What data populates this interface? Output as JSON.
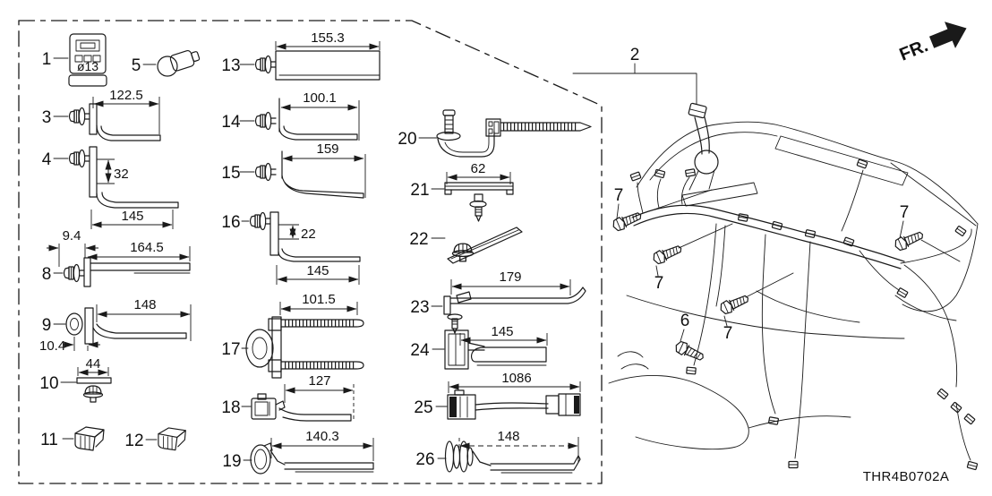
{
  "header": {
    "direction_label": "FR."
  },
  "footer": {
    "part_code": "THR4B0702A"
  },
  "colors": {
    "line": "#1a1a1a",
    "background": "#ffffff"
  },
  "callouts": {
    "item1": {
      "num": "1",
      "annotation": "ø13"
    },
    "item2": {
      "num": "2"
    },
    "item3": {
      "num": "3",
      "dim_length": "122.5"
    },
    "item4": {
      "num": "4",
      "dim_drop": "32",
      "dim_length": "145"
    },
    "item5": {
      "num": "5"
    },
    "item6": {
      "num": "6"
    },
    "item7": {
      "num": "7"
    },
    "item8": {
      "num": "8",
      "dim_offset": "9.4",
      "dim_length": "164.5"
    },
    "item9": {
      "num": "9",
      "dim_length": "148",
      "dim_offset": "10.4"
    },
    "item10": {
      "num": "10",
      "dim_length": "44"
    },
    "item11": {
      "num": "11"
    },
    "item12": {
      "num": "12"
    },
    "item13": {
      "num": "13",
      "dim_length": "155.3"
    },
    "item14": {
      "num": "14",
      "dim_length": "100.1"
    },
    "item15": {
      "num": "15",
      "dim_length": "159"
    },
    "item16": {
      "num": "16",
      "dim_drop": "22",
      "dim_length": "145"
    },
    "item17": {
      "num": "17",
      "dim_length": "101.5"
    },
    "item18": {
      "num": "18",
      "dim_length": "127"
    },
    "item19": {
      "num": "19",
      "dim_length": "140.3"
    },
    "item20": {
      "num": "20"
    },
    "item21": {
      "num": "21",
      "dim_length": "62"
    },
    "item22": {
      "num": "22"
    },
    "item23": {
      "num": "23",
      "dim_length": "179"
    },
    "item24": {
      "num": "24",
      "dim_length": "145"
    },
    "item25": {
      "num": "25",
      "dim_length": "1086"
    },
    "item26": {
      "num": "26",
      "dim_length": "148"
    }
  }
}
